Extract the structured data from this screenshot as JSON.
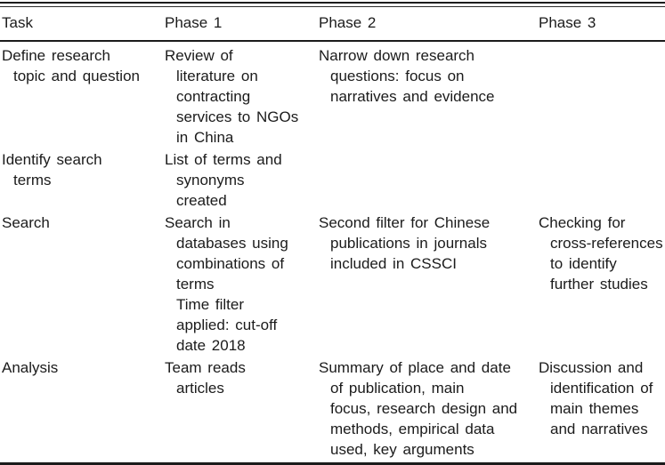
{
  "table": {
    "columns": [
      {
        "label": "Task"
      },
      {
        "label": "Phase 1"
      },
      {
        "label": "Phase 2"
      },
      {
        "label": "Phase 3"
      }
    ],
    "rows": [
      {
        "task": "Define research\ntopic and question",
        "phase1": "Review of\nliterature on\ncontracting\nservices to NGOs\nin China",
        "phase2": "Narrow down research\nquestions: focus on\nnarratives and evidence",
        "phase3": ""
      },
      {
        "task": "Identify search\nterms",
        "phase1": "List of terms and\nsynonyms\ncreated",
        "phase2": "",
        "phase3": ""
      },
      {
        "task": "Search",
        "phase1": "Search in\ndatabases using\ncombinations of\nterms\nTime filter\napplied: cut-off\ndate 2018",
        "phase2": "Second filter for Chinese\npublications in journals\nincluded in CSSCI",
        "phase3": "Checking for\ncross-references\nto identify\nfurther studies"
      },
      {
        "task": "Analysis",
        "phase1": "Team reads\narticles",
        "phase2": "Summary of place and date\nof publication, main\nfocus, research design and\nmethods, empirical data\nused, key arguments",
        "phase3": "Discussion and\nidentification of\nmain themes\nand narratives"
      }
    ]
  },
  "colors": {
    "text": "#1b1b1b",
    "rule": "#1b1b1b",
    "background": "#ffffff"
  }
}
